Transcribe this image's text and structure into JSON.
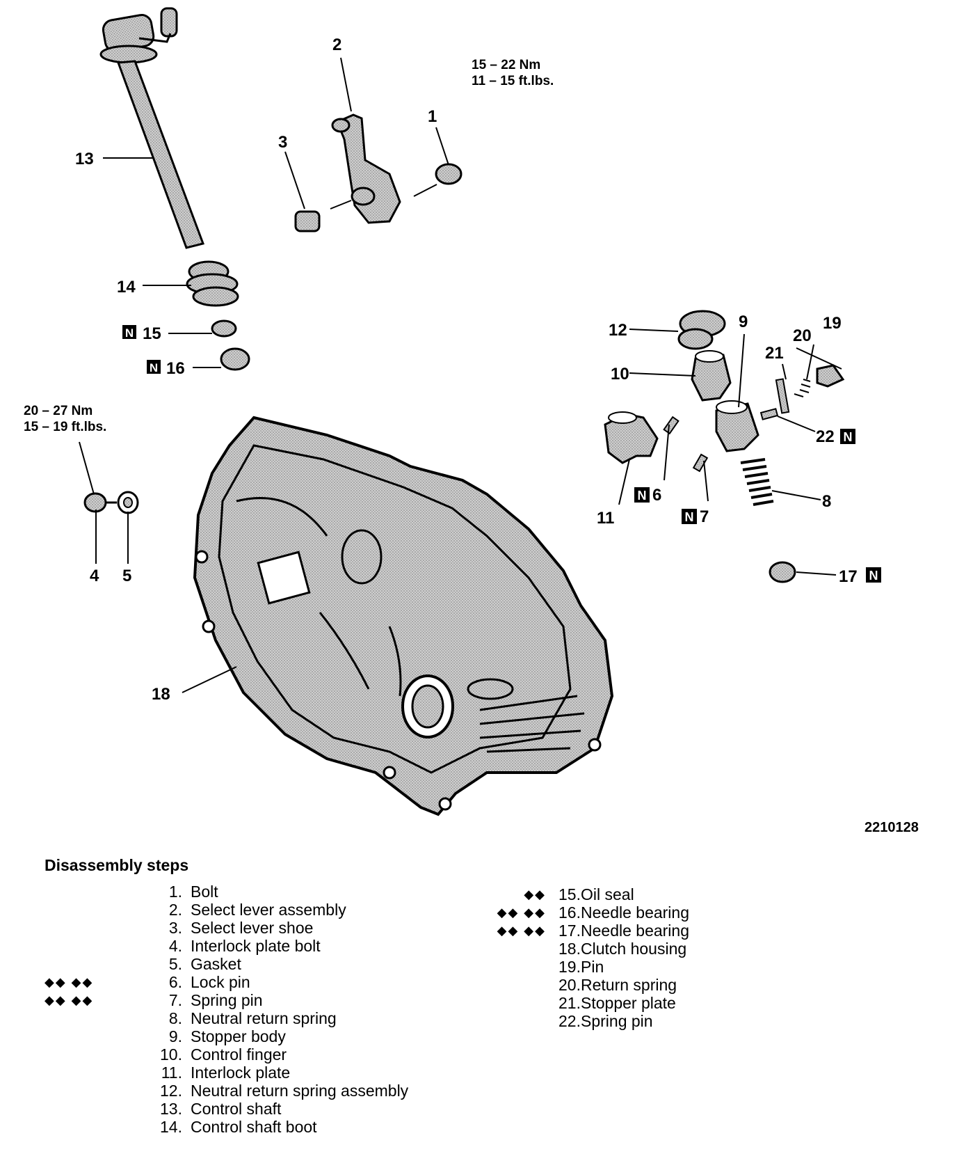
{
  "callouts": {
    "c1": "1",
    "c2": "2",
    "c3": "3",
    "c4": "4",
    "c5": "5",
    "c6": "6",
    "c7": "7",
    "c8": "8",
    "c9": "9",
    "c10": "10",
    "c11": "11",
    "c12": "12",
    "c13": "13",
    "c14": "14",
    "c15": "15",
    "c16": "16",
    "c17": "17",
    "c18": "18",
    "c19": "19",
    "c20": "20",
    "c21": "21",
    "c22": "22"
  },
  "new_part_mark": "N",
  "torque_bolt1": {
    "nm": "15 – 22 Nm",
    "ftlbs": "11 – 15 ft.lbs."
  },
  "torque_bolt4": {
    "nm": "20 – 27 Nm",
    "ftlbs": "15 – 19 ft.lbs."
  },
  "figure_id": "2210128",
  "steps_title": "Disassembly steps",
  "steps_col1": [
    {
      "num": "1.",
      "label": "Bolt",
      "marks": ""
    },
    {
      "num": "2.",
      "label": "Select lever assembly",
      "marks": ""
    },
    {
      "num": "3.",
      "label": "Select lever shoe",
      "marks": ""
    },
    {
      "num": "4.",
      "label": "Interlock plate bolt",
      "marks": ""
    },
    {
      "num": "5.",
      "label": "Gasket",
      "marks": ""
    },
    {
      "num": "6.",
      "label": "Lock pin",
      "marks": "◆◆ ◆◆"
    },
    {
      "num": "7.",
      "label": "Spring pin",
      "marks": "◆◆ ◆◆"
    },
    {
      "num": "8.",
      "label": "Neutral return spring",
      "marks": ""
    },
    {
      "num": "9.",
      "label": "Stopper body",
      "marks": ""
    },
    {
      "num": "10.",
      "label": "Control finger",
      "marks": ""
    },
    {
      "num": "11.",
      "label": "Interlock plate",
      "marks": ""
    },
    {
      "num": "12.",
      "label": "Neutral return spring assembly",
      "marks": ""
    },
    {
      "num": "13.",
      "label": "Control shaft",
      "marks": ""
    },
    {
      "num": "14.",
      "label": "Control shaft boot",
      "marks": ""
    }
  ],
  "steps_col2": [
    {
      "num": "15.",
      "label": "Oil seal",
      "marks": "◆◆"
    },
    {
      "num": "16.",
      "label": "Needle bearing",
      "marks": "◆◆ ◆◆"
    },
    {
      "num": "17.",
      "label": "Needle bearing",
      "marks": "◆◆ ◆◆"
    },
    {
      "num": "18.",
      "label": "Clutch housing",
      "marks": ""
    },
    {
      "num": "19.",
      "label": "Pin",
      "marks": ""
    },
    {
      "num": "20.",
      "label": "Return spring",
      "marks": ""
    },
    {
      "num": "21.",
      "label": "Stopper plate",
      "marks": ""
    },
    {
      "num": "22.",
      "label": "Spring pin",
      "marks": ""
    }
  ],
  "colors": {
    "ink": "#000000",
    "part_fill": "#bdbdbd",
    "paper": "#ffffff"
  }
}
